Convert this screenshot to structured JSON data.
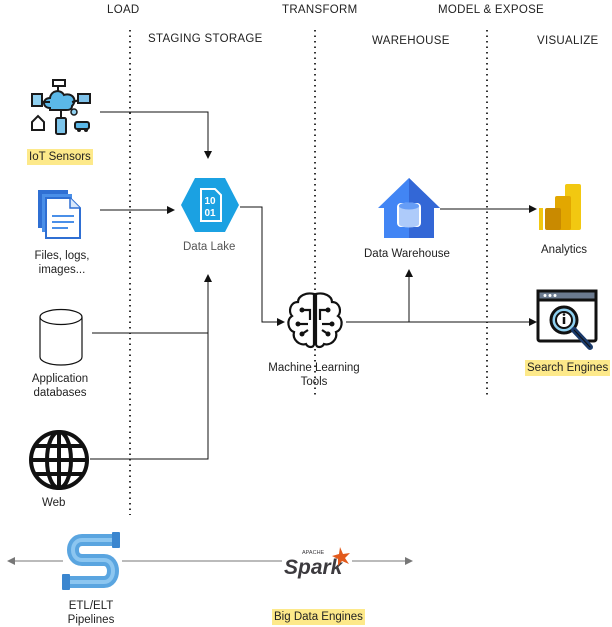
{
  "headers": {
    "load": "LOAD",
    "staging_storage": "STAGING STORAGE",
    "transform": "TRANSFORM",
    "model_expose": "MODEL & EXPOSE",
    "warehouse": "WAREHOUSE",
    "visualize": "VISUALIZE"
  },
  "sources": {
    "iot": "IoT Sensors",
    "files_line1": "Files, logs,",
    "files_line2": "images...",
    "app_line1": "Application",
    "app_line2": "databases",
    "web": "Web"
  },
  "nodes": {
    "data_lake_code": "10\n01",
    "data_lake": "Data Lake",
    "ml_line1": "Machine Learning",
    "ml_line2": "Tools",
    "data_warehouse": "Data Warehouse",
    "analytics": "Analytics",
    "search_engines": "Search Engines"
  },
  "bottom": {
    "etl_line1": "ETL/ELT",
    "etl_line2": "Pipelines",
    "spark_apache": "APACHE",
    "spark_word": "Spark",
    "big_data": "Big Data Engines"
  },
  "colors": {
    "highlight": "#fde98a",
    "azure_blue": "#1ba1e2",
    "warehouse_blue": "#4285f4",
    "powerbi_yellow": "#f2c811",
    "spark_orange": "#e25a1c",
    "pipe_blue": "#5aa5e0"
  },
  "icons": [
    "iot-network-icon",
    "document-stack-icon",
    "database-cylinder-icon",
    "globe-icon",
    "data-lake-hexagon-icon",
    "brain-circuit-icon",
    "warehouse-icon",
    "power-bi-icon",
    "search-engine-icon",
    "pipeline-icon",
    "spark-logo-icon"
  ]
}
